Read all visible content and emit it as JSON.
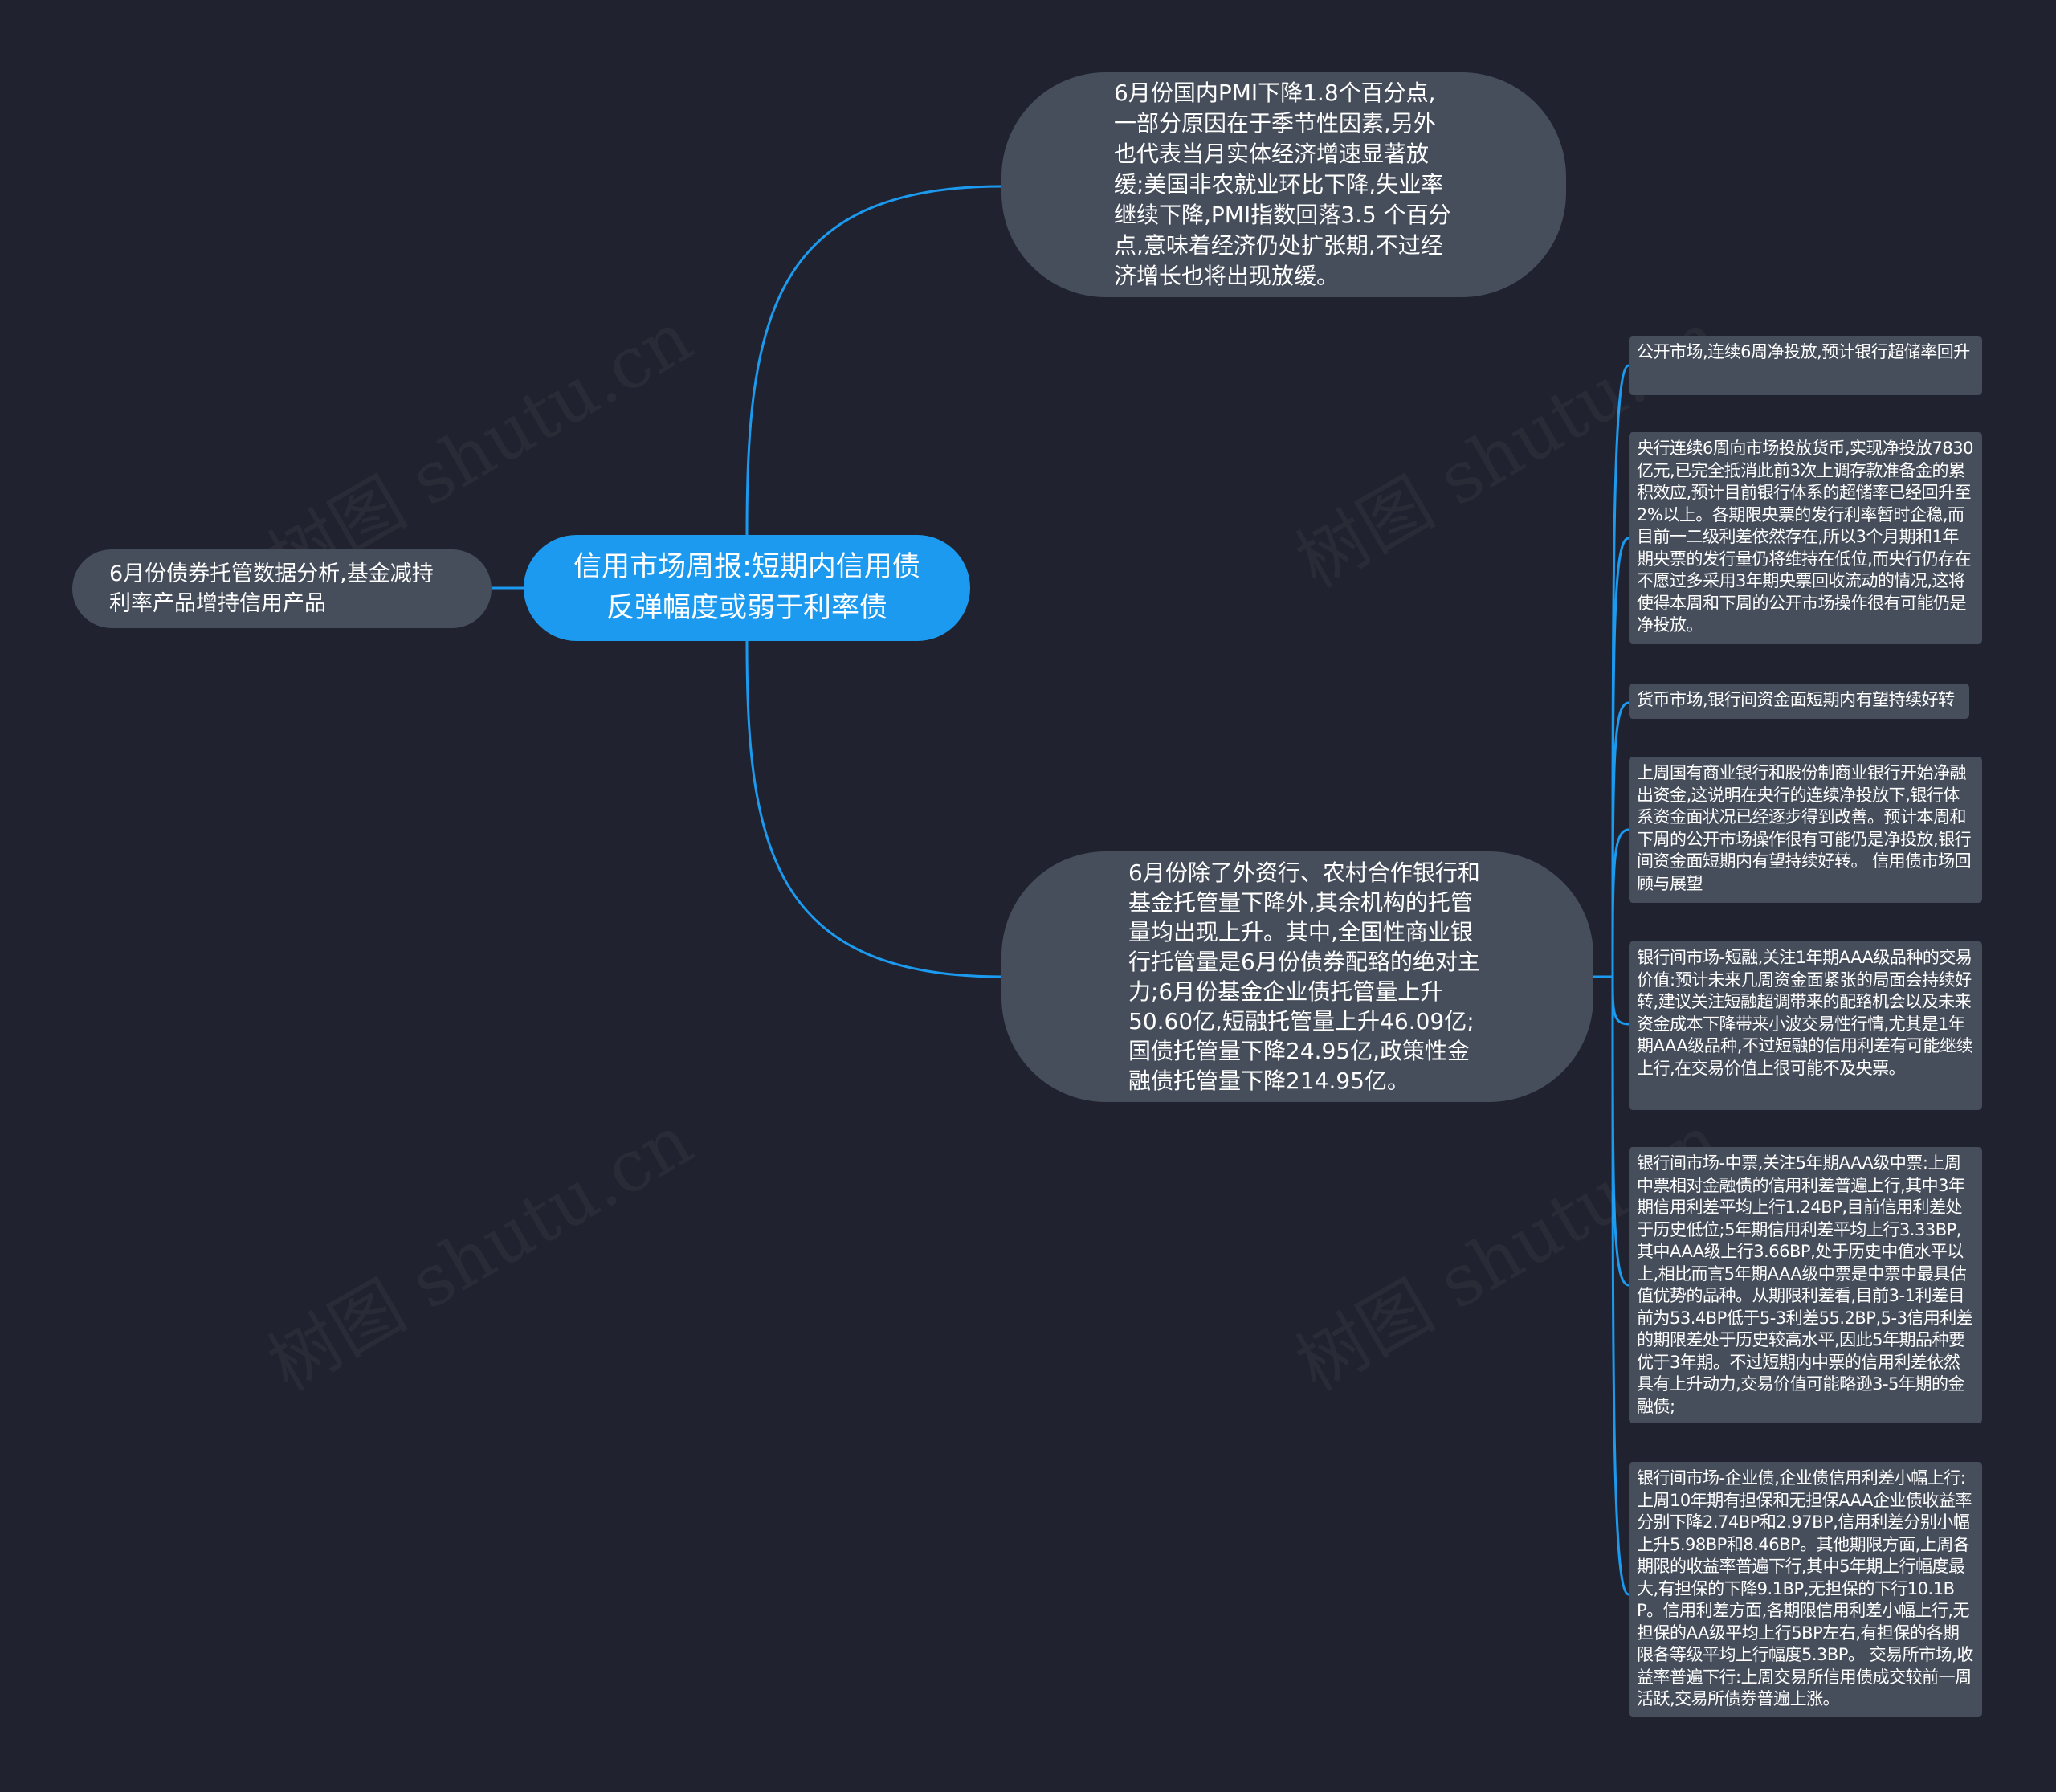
{
  "root": {
    "label": "信用市场周报:短期内信用债反弹幅度或弱于利率债"
  },
  "left_branch": {
    "label": "6月份债券托管数据分析,基金减持利率产品增持信用产品"
  },
  "top_branch": {
    "label": "6月份国内PMI下降1.8个百分点,一部分原因在于季节性因素,另外也代表当月实体经济增速显著放缓;美国非农就业环比下降,失业率继续下降,PMI指数回落3.5 个百分点,意味着经济仍处扩张期,不过经济增长也将出现放缓。"
  },
  "bottom_branch": {
    "label": "6月份除了外资行、农村合作银行和基金托管量下降外,其余机构的托管量均出现上升。其中,全国性商业银行托管量是6月份债券配臵的绝对主力;6月份基金企业债托管量上升50.60亿,短融托管量上升46.09亿;国债托管量下降24.95亿,政策性金融债托管量下降214.95亿。"
  },
  "leaves": [
    {
      "label": "公开市场,连续6周净投放,预计银行超储率回升"
    },
    {
      "label": "央行连续6周向市场投放货币,实现净投放7830 亿元,已完全抵消此前3次上调存款准备金的累积效应,预计目前银行体系的超储率已经回升至2%以上。各期限央票的发行利率暂时企稳,而目前一二级利差依然存在,所以3个月期和1年期央票的发行量仍将维持在低位,而央行仍存在不愿过多采用3年期央票回收流动的情况,这将使得本周和下周的公开市场操作很有可能仍是净投放。"
    },
    {
      "label": "货币市场,银行间资金面短期内有望持续好转"
    },
    {
      "label": "上周国有商业银行和股份制商业银行开始净融出资金,这说明在央行的连续净投放下,银行体系资金面状况已经逐步得到改善。预计本周和下周的公开市场操作很有可能仍是净投放,银行间资金面短期内有望持续好转。    信用债市场回顾与展望"
    },
    {
      "label": "银行间市场-短融,关注1年期AAA级品种的交易价值:预计未来几周资金面紧张的局面会持续好转,建议关注短融超调带来的配臵机会以及未来资金成本下降带来小波交易性行情,尤其是1年期AAA级品种,不过短融的信用利差有可能继续上行,在交易价值上很可能不及央票。"
    },
    {
      "label": "银行间市场-中票,关注5年期AAA级中票:上周中票相对金融债的信用利差普遍上行,其中3年期信用利差平均上行1.24BP,目前信用利差处于历史低位;5年期信用利差平均上行3.33BP,其中AAA级上行3.66BP,处于历史中值水平以上,相比而言5年期AAA级中票是中票中最具估值优势的品种。从期限利差看,目前3-1利差目前为53.4BP低于5-3利差55.2BP,5-3信用利差的期限差处于历史较高水平,因此5年期品种要优于3年期。不过短期内中票的信用利差依然具有上升动力,交易价值可能略逊3-5年期的金融债;"
    },
    {
      "label": "银行间市场-企业债,企业债信用利差小幅上行:上周10年期有担保和无担保AAA企业债收益率分别下降2.74BP和2.97BP,信用利差分别小幅上升5.98BP和8.46BP。其他期限方面,上周各期限的收益率普遍下行,其中5年期上行幅度最大,有担保的下降9.1BP,无担保的下行10.1BP。信用利差方面,各期限信用利差小幅上行,无担保的AA级平均上行5BP左右,有担保的各期限各等级平均上行幅度5.3BP。  交易所市场,收益率普遍下行:上周交易所信用债成交较前一周活跃,交易所债券普遍上涨。"
    }
  ],
  "watermark": "树图 shutu.cn",
  "colors": {
    "background": "#20232f",
    "node": "#464d5b",
    "root": "#1b9af0",
    "link": "#1b9af0"
  }
}
